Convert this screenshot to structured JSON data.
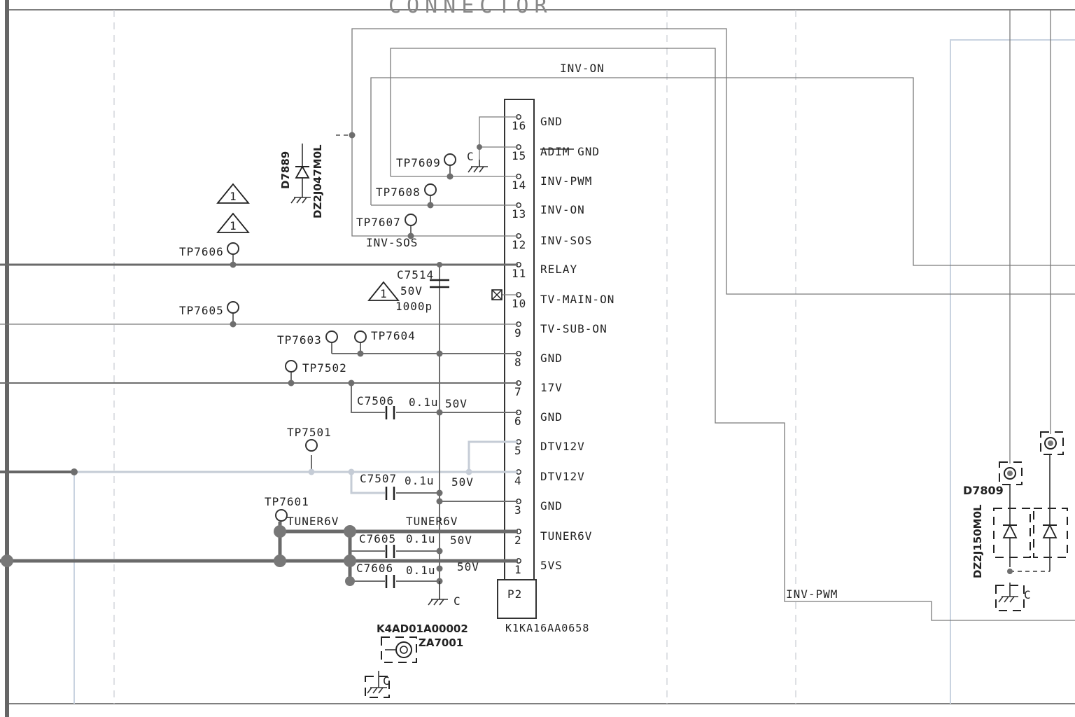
{
  "title_fragment": "CONNECTOR",
  "connector": {
    "ref": "P2",
    "part_number": "K1KA16AA0658",
    "pins": [
      {
        "number": "16",
        "signal": "GND"
      },
      {
        "number": "15",
        "signal": "ADIM GND"
      },
      {
        "number": "14",
        "signal": "INV-PWM"
      },
      {
        "number": "13",
        "signal": "INV-ON"
      },
      {
        "number": "12",
        "signal": "INV-SOS"
      },
      {
        "number": "11",
        "signal": "RELAY"
      },
      {
        "number": "10",
        "signal": "TV-MAIN-ON"
      },
      {
        "number": "9",
        "signal": "TV-SUB-ON"
      },
      {
        "number": "8",
        "signal": "GND"
      },
      {
        "number": "7",
        "signal": "17V"
      },
      {
        "number": "6",
        "signal": "GND"
      },
      {
        "number": "5",
        "signal": "DTV12V"
      },
      {
        "number": "4",
        "signal": "DTV12V"
      },
      {
        "number": "3",
        "signal": "GND"
      },
      {
        "number": "2",
        "signal": "TUNER6V"
      },
      {
        "number": "1",
        "signal": "5VS"
      }
    ]
  },
  "net_labels": {
    "inv_on_top": "INV-ON",
    "inv_sos": "INV-SOS",
    "tuner6v_left": "TUNER6V",
    "tuner6v_mid": "TUNER6V",
    "inv_pwm_bottom": "INV-PWM"
  },
  "test_points": {
    "tp7609": "TP7609",
    "tp7608": "TP7608",
    "tp7607": "TP7607",
    "tp7606": "TP7606",
    "tp7605": "TP7605",
    "tp7603": "TP7603",
    "tp7604": "TP7604",
    "tp7502": "TP7502",
    "tp7501": "TP7501",
    "tp7601": "TP7601"
  },
  "capacitors": {
    "c7514": {
      "ref": "C7514",
      "voltage": "50V",
      "value": "1000p"
    },
    "c7506": {
      "ref": "C7506",
      "value": "0.1u",
      "voltage": "50V"
    },
    "c7507": {
      "ref": "C7507",
      "value": "0.1u",
      "voltage": "50V"
    },
    "c7605": {
      "ref": "C7605",
      "value": "0.1u",
      "voltage": "50V"
    },
    "c7606": {
      "ref": "C7606",
      "value": "0.1u",
      "voltage": "50V"
    }
  },
  "diodes": {
    "d7889": {
      "ref": "D7889",
      "part": "DZ2J047M0L"
    },
    "d7809": {
      "ref": "D7809",
      "part": "DZ2J150M0L"
    }
  },
  "ground_label": "C",
  "warning_mark": "1",
  "mount": {
    "part": "K4AD01A00002",
    "ref": "ZA7001"
  }
}
